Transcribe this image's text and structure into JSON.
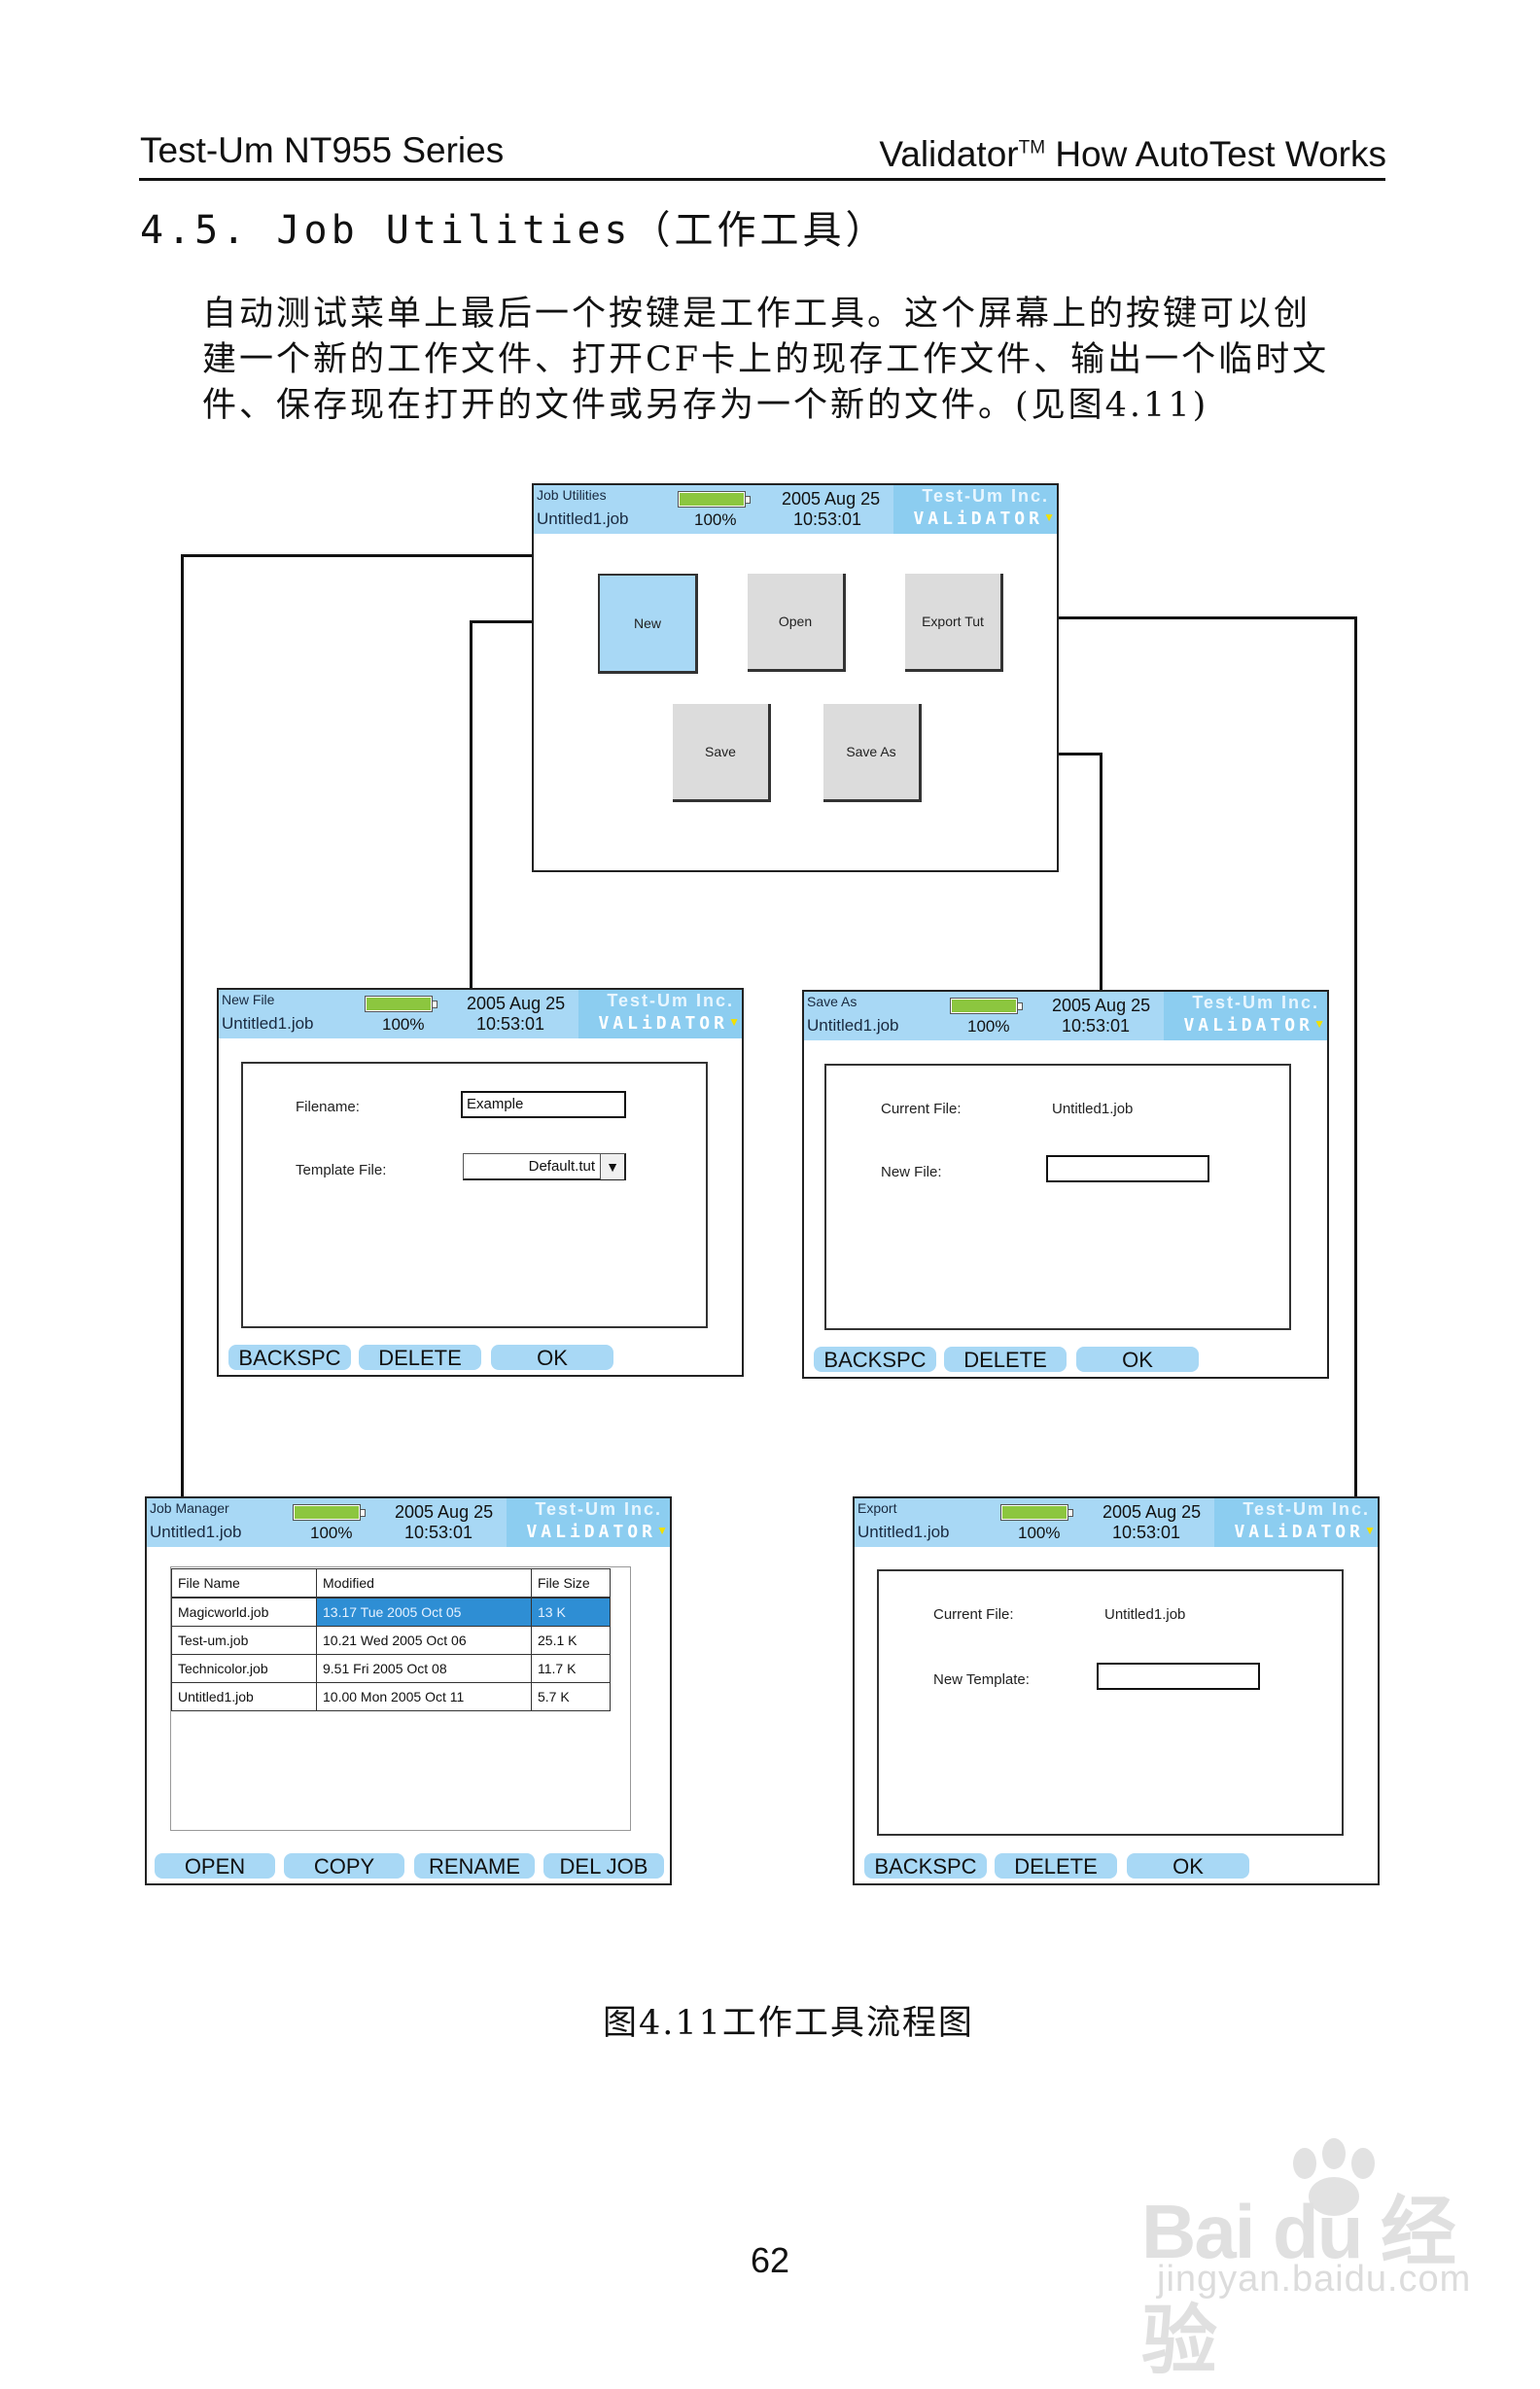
{
  "header": {
    "left": "Test-Um NT955 Series",
    "right_prefix": "Validator",
    "right_tm": "TM",
    "right_suffix": " How AutoTest Works"
  },
  "section_title": "4.5.  Job Utilities（工作工具）",
  "paragraph_lines": [
    "自动测试菜单上最后一个按键是工作工具。这个屏幕上的按键可以创",
    "建一个新的工作文件、打开CF卡上的现存工作文件、输出一个临时文",
    "件、保存现在打开的文件或另存为一个新的文件。(见图4.11)"
  ],
  "titlebar_common": {
    "file": "Untitled1.job",
    "battery_pct": "100%",
    "battery_level": 1.0,
    "date": "2005 Aug 25",
    "time": "10:53:01",
    "brand_top": "Test-Um Inc.",
    "brand_bottom": "VALiDATOR"
  },
  "screens": {
    "job_utilities": {
      "name": "Job Utilities",
      "buttons": {
        "new": "New",
        "open": "Open",
        "export": "Export Tut",
        "save": "Save",
        "save_as": "Save As"
      }
    },
    "new_file": {
      "name": "New File",
      "filename_label": "Filename:",
      "filename_value": "Example",
      "template_label": "Template File:",
      "template_value": "Default.tut",
      "softkeys": [
        "BACKSPC",
        "DELETE",
        "OK"
      ]
    },
    "save_as": {
      "name": "Save As",
      "current_label": "Current File:",
      "current_value": "Untitled1.job",
      "new_label": "New File:",
      "softkeys": [
        "BACKSPC",
        "DELETE",
        "OK"
      ]
    },
    "job_manager": {
      "name": "Job Manager",
      "columns": [
        "File Name",
        "Modified",
        "File Size"
      ],
      "rows": [
        [
          "Magicworld.job",
          "13.17  Tue 2005 Oct 05",
          "13 K"
        ],
        [
          "Test-um.job",
          "10.21  Wed 2005 Oct 06",
          "25.1 K"
        ],
        [
          "Technicolor.job",
          "9.51  Fri 2005 Oct 08",
          "11.7 K"
        ],
        [
          "Untitled1.job",
          "10.00  Mon 2005 Oct 11",
          "5.7 K"
        ]
      ],
      "softkeys": [
        "OPEN",
        "COPY",
        "RENAME",
        "DEL JOB"
      ]
    },
    "export": {
      "name": "Export",
      "current_label": "Current File:",
      "current_value": "Untitled1.job",
      "new_label": "New Template:",
      "softkeys": [
        "BACKSPC",
        "DELETE",
        "OK"
      ]
    }
  },
  "caption": "图4.11工作工具流程图",
  "page_number": "62",
  "watermark": {
    "main": "Bai du 经验",
    "sub": "jingyan.baidu.com"
  }
}
